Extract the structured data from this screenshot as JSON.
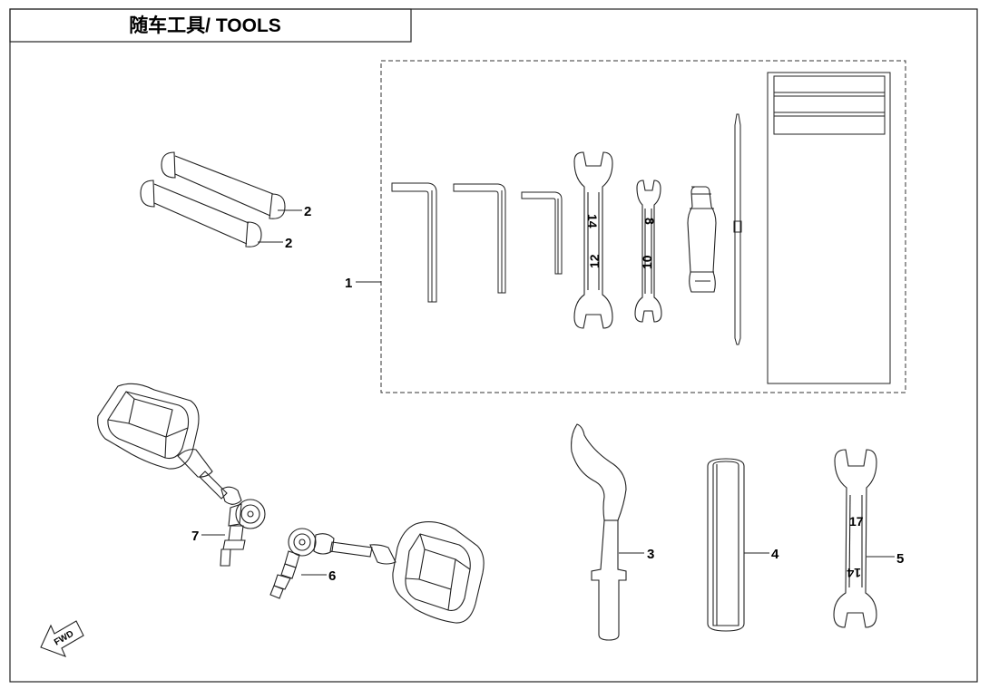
{
  "header": {
    "title": "随车工具/ TOOLS"
  },
  "callouts": {
    "tool_kit": "1",
    "grip_a": "2",
    "grip_b": "2",
    "hook_spanner": "3",
    "extension_tube": "4",
    "wrench_17_14": "5",
    "mirror_right": "6",
    "mirror_left": "7"
  },
  "wrench_sizes": {
    "w14_12_top": "14",
    "w14_12_bottom": "12",
    "w8_10_top": "8",
    "w8_10_bottom": "10",
    "w17_14_top": "17",
    "w17_14_bottom": "14"
  },
  "fwd_label": "FWD"
}
